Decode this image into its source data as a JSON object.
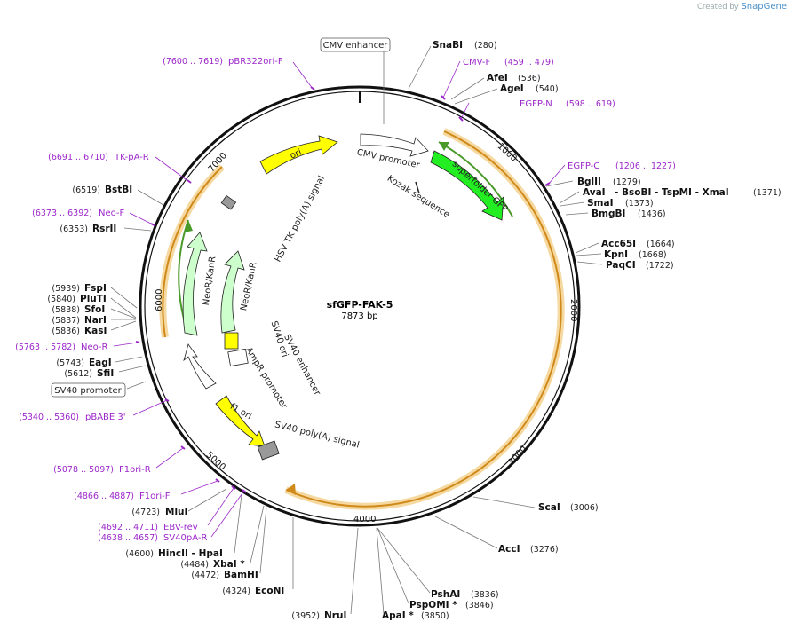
{
  "credit": {
    "prefix": "Created by",
    "brand": "SnapGene"
  },
  "plasmid": {
    "name": "sfGFP-FAK-5",
    "length": "7873 bp"
  },
  "ticks": [
    "1000",
    "2000",
    "3000",
    "4000",
    "5000",
    "6000",
    "7000"
  ],
  "boxed_labels": [
    "CMV enhancer",
    "SV40 promoter"
  ],
  "enzymes": [
    {
      "name": "SnaBI",
      "pos": "(280)"
    },
    {
      "name": "AfeI",
      "pos": "(536)"
    },
    {
      "name": "AgeI",
      "pos": "(540)"
    },
    {
      "name": "BglII",
      "pos": "(1279)"
    },
    {
      "name": "AvaI",
      "extra": "- BsoBI   - TspMI   - XmaI",
      "pos": "(1371)"
    },
    {
      "name": "SmaI",
      "pos": "(1373)"
    },
    {
      "name": "BmgBI",
      "pos": "(1436)"
    },
    {
      "name": "Acc65I",
      "pos": "(1664)"
    },
    {
      "name": "KpnI",
      "pos": "(1668)"
    },
    {
      "name": "PaqCI",
      "pos": "(1722)"
    },
    {
      "name": "ScaI",
      "pos": "(3006)"
    },
    {
      "name": "AccI",
      "pos": "(3276)"
    },
    {
      "name": "PshAI",
      "pos": "(3836)"
    },
    {
      "name": "PspOMI *",
      "pos": "(3846)"
    },
    {
      "name": "ApaI *",
      "pos": "(3850)"
    },
    {
      "name": "NruI",
      "pos": "(3952)"
    },
    {
      "name": "EcoNI",
      "pos": "(4324)"
    },
    {
      "name": "BamHI",
      "pos": "(4472)"
    },
    {
      "name": "XbaI *",
      "pos": "(4484)"
    },
    {
      "name": "HincII  - HpaI",
      "pos": "(4600)"
    },
    {
      "name": "MluI",
      "pos": "(4723)"
    },
    {
      "name": "SfiI",
      "pos": "(5612)"
    },
    {
      "name": "EagI",
      "pos": "(5743)"
    },
    {
      "name": "KasI",
      "pos": "(5836)"
    },
    {
      "name": "NarI",
      "pos": "(5837)"
    },
    {
      "name": "SfoI",
      "pos": "(5838)"
    },
    {
      "name": "PluTI",
      "pos": "(5840)"
    },
    {
      "name": "FspI",
      "pos": "(5939)"
    },
    {
      "name": "RsrII",
      "pos": "(6353)"
    },
    {
      "name": "BstBI",
      "pos": "(6519)"
    }
  ],
  "primers": [
    {
      "name": "CMV-F",
      "range": "(459 .. 479)"
    },
    {
      "name": "EGFP-N",
      "range": "(598 .. 619)"
    },
    {
      "name": "EGFP-C",
      "range": "(1206 .. 1227)"
    },
    {
      "name": "EBV-rev",
      "range": "(4692 .. 4711)"
    },
    {
      "name": "SV40pA-R",
      "range": "(4638 .. 4657)"
    },
    {
      "name": "F1ori-F",
      "range": "(4866 .. 4887)"
    },
    {
      "name": "F1ori-R",
      "range": "(5078 .. 5097)"
    },
    {
      "name": "pBABE 3'",
      "range": "(5340 .. 5360)"
    },
    {
      "name": "Neo-R",
      "range": "(5763 .. 5782)"
    },
    {
      "name": "Neo-F",
      "range": "(6373 .. 6392)"
    },
    {
      "name": "TK-pA-R",
      "range": "(6691 .. 6710)"
    },
    {
      "name": "pBR322ori-F",
      "range": "(7600 .. 7619)"
    }
  ],
  "features": {
    "cmv_promoter": "CMV promoter",
    "superfolder_gfp": "superfolder GFP",
    "kozak": "Kozak sequence",
    "ori": "ori",
    "hsv_tk": "HSV TK poly(A) signal",
    "neo_outer": "NeoR/KanR",
    "neo_inner": "NeoR/KanR",
    "sv40_ori": "SV40 ori",
    "sv40_enh": "SV40 enhancer",
    "ampr": "AmpR promoter",
    "f1ori": "f1 ori",
    "sv40_polya": "SV40 poly(A) signal"
  },
  "colors": {
    "gfp": "#22ee22",
    "ori": "#ffff00",
    "neo": "#ccffcc",
    "sv40ori": "#ffff00",
    "polya": "#999999",
    "orf": "#f0b040",
    "primer": "#9c27c9"
  }
}
